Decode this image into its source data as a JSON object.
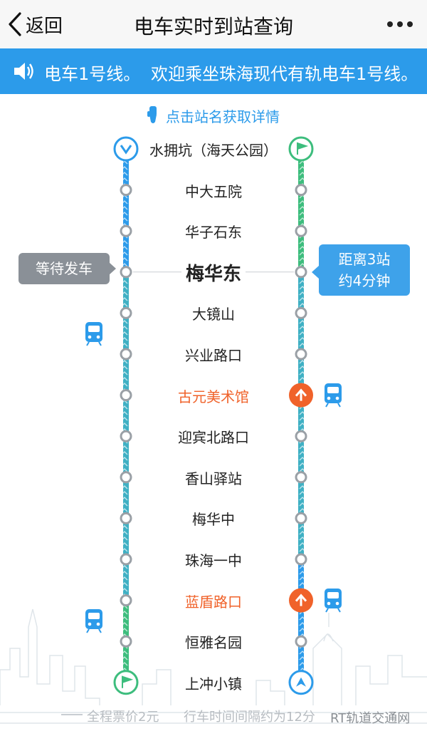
{
  "header": {
    "back_label": "返回",
    "title": "电车实时到站查询"
  },
  "banner": {
    "line_name": "电车1号线。",
    "welcome": "欢迎乘坐珠海现代有轨电车1号线。"
  },
  "hint": "点击站名获取详情",
  "stations": [
    {
      "name": "水拥坑（海天公园）"
    },
    {
      "name": "中大五院"
    },
    {
      "name": "华子石东"
    },
    {
      "name": "梅华东"
    },
    {
      "name": "大镜山"
    },
    {
      "name": "兴业路口"
    },
    {
      "name": "古元美术馆"
    },
    {
      "name": "迎宾北路口"
    },
    {
      "name": "香山驿站"
    },
    {
      "name": "梅华中"
    },
    {
      "name": "珠海一中"
    },
    {
      "name": "蓝盾路口"
    },
    {
      "name": "恒雅名园"
    },
    {
      "name": "上冲小镇"
    }
  ],
  "bubble_left": "等待发车",
  "bubble_right": {
    "line1": "距离3站",
    "line2": "约4分钟"
  },
  "footer": {
    "fare": "全程票价2元",
    "interval": "行车时间间隔约为12分"
  },
  "watermark": "RT轨道交通网",
  "colors": {
    "blue": "#2c9bea",
    "green": "#3dbd7d",
    "orange": "#f0622a",
    "gray": "#8a9097"
  }
}
